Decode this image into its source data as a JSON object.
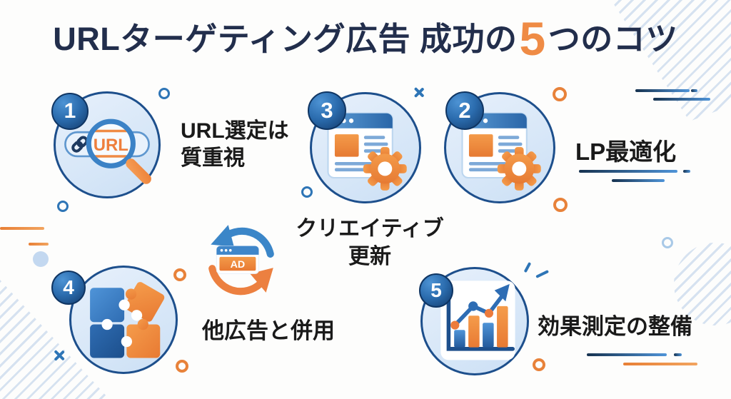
{
  "title": {
    "prefix": "URLターゲティング広告 成功の",
    "highlight": "5",
    "suffix": "つのコツ"
  },
  "items": [
    {
      "number": "1",
      "icon": "url-magnifier",
      "label_lines": [
        "URL選定は",
        "質重視"
      ]
    },
    {
      "number": "2",
      "icon": "browser-gear",
      "label_lines": [
        "LP最適化"
      ]
    },
    {
      "number": "3",
      "icon": "browser-gear",
      "label_lines": [
        "クリエイティブ",
        "更新"
      ]
    },
    {
      "number": "4",
      "icon": "puzzle-pieces",
      "label_lines": [
        "他広告と併用"
      ]
    },
    {
      "number": "5",
      "icon": "growth-chart",
      "label_lines": [
        "効果測定の整備"
      ]
    }
  ],
  "center_icon": {
    "name": "ad-refresh",
    "label": "AD"
  },
  "icon_text": {
    "url": "URL"
  },
  "colors": {
    "navy": "#222e4c",
    "blue": "#2f6db4",
    "orange": "#ef8b45",
    "circle_fill": "#d9e8f8",
    "circle_border": "#1d4f8c",
    "label_black": "#1a1a1a"
  }
}
